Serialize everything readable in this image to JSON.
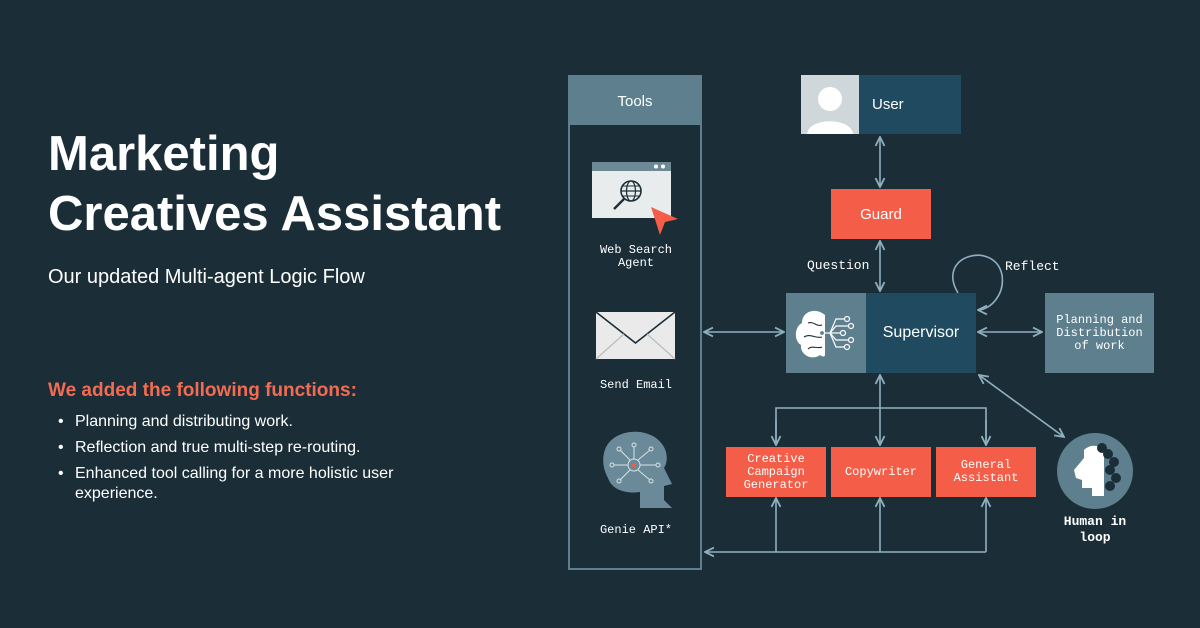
{
  "hero": {
    "title_line1": "Marketing",
    "title_line2": "Creatives Assistant",
    "subtitle": "Our updated Multi-agent Logic Flow",
    "functions_heading": "We added the following functions:",
    "functions": [
      "Planning and distributing work.",
      "Reflection and true multi-step re-routing.",
      "Enhanced tool calling for a more holistic user experience."
    ]
  },
  "diagram": {
    "tools_title": "Tools",
    "tools": [
      {
        "label": "Web Search Agent",
        "icon": "web-search-icon"
      },
      {
        "label": "Send Email",
        "icon": "envelope-icon"
      },
      {
        "label": "Genie API*",
        "icon": "ai-head-icon"
      }
    ],
    "user_label": "User",
    "guard_label": "Guard",
    "supervisor_label": "Supervisor",
    "planning_label": "Planning and Distribution of work",
    "agents": [
      "Creative Campaign Generator",
      "Copywriter",
      "General Assistant"
    ],
    "human_label": "Human in loop",
    "edge_question": "Question",
    "edge_reflect": "Reflect",
    "colors": {
      "background": "#1b2e38",
      "accent_orange": "#f45d48",
      "heading_orange": "#f36b52",
      "navy": "#1f4a60",
      "slate": "#5d7f8e",
      "lines": "#8fb0bf"
    }
  }
}
